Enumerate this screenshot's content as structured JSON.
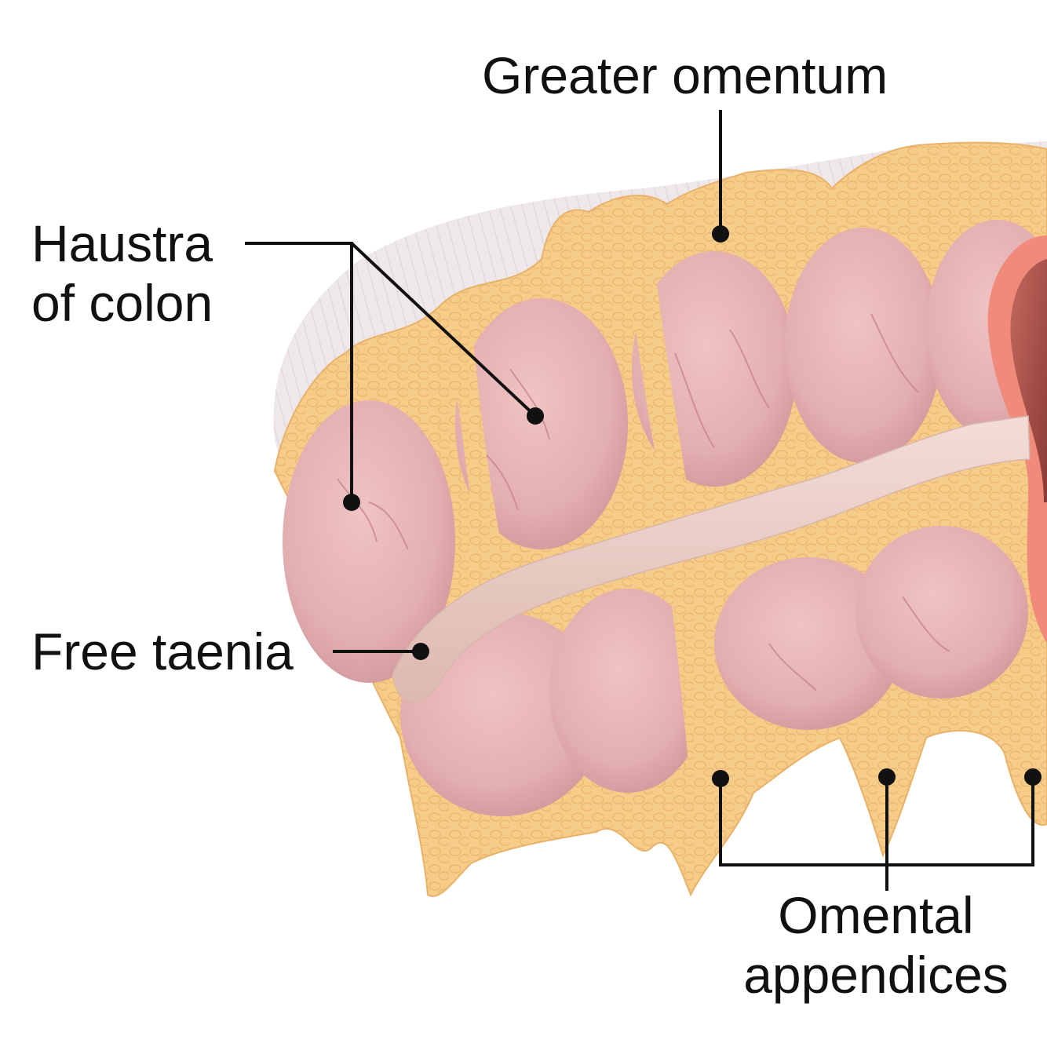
{
  "labels": {
    "greater_omentum": "Greater omentum",
    "haustra_line1": "Haustra",
    "haustra_line2": "of colon",
    "free_taenia": "Free taenia",
    "omental_line1": "Omental",
    "omental_line2": "appendices"
  },
  "colors": {
    "colon_pink": "#e8b4b4",
    "colon_shadow": "#d49a9c",
    "fat_yellow": "#f5cc88",
    "fat_edge": "#e9b26a",
    "taenia_band": "#edcfc8",
    "omentum_membrane": "#ede7e9",
    "lumen_red": "#b0534c",
    "vessel": "#c98490",
    "leader_line": "#111111"
  }
}
